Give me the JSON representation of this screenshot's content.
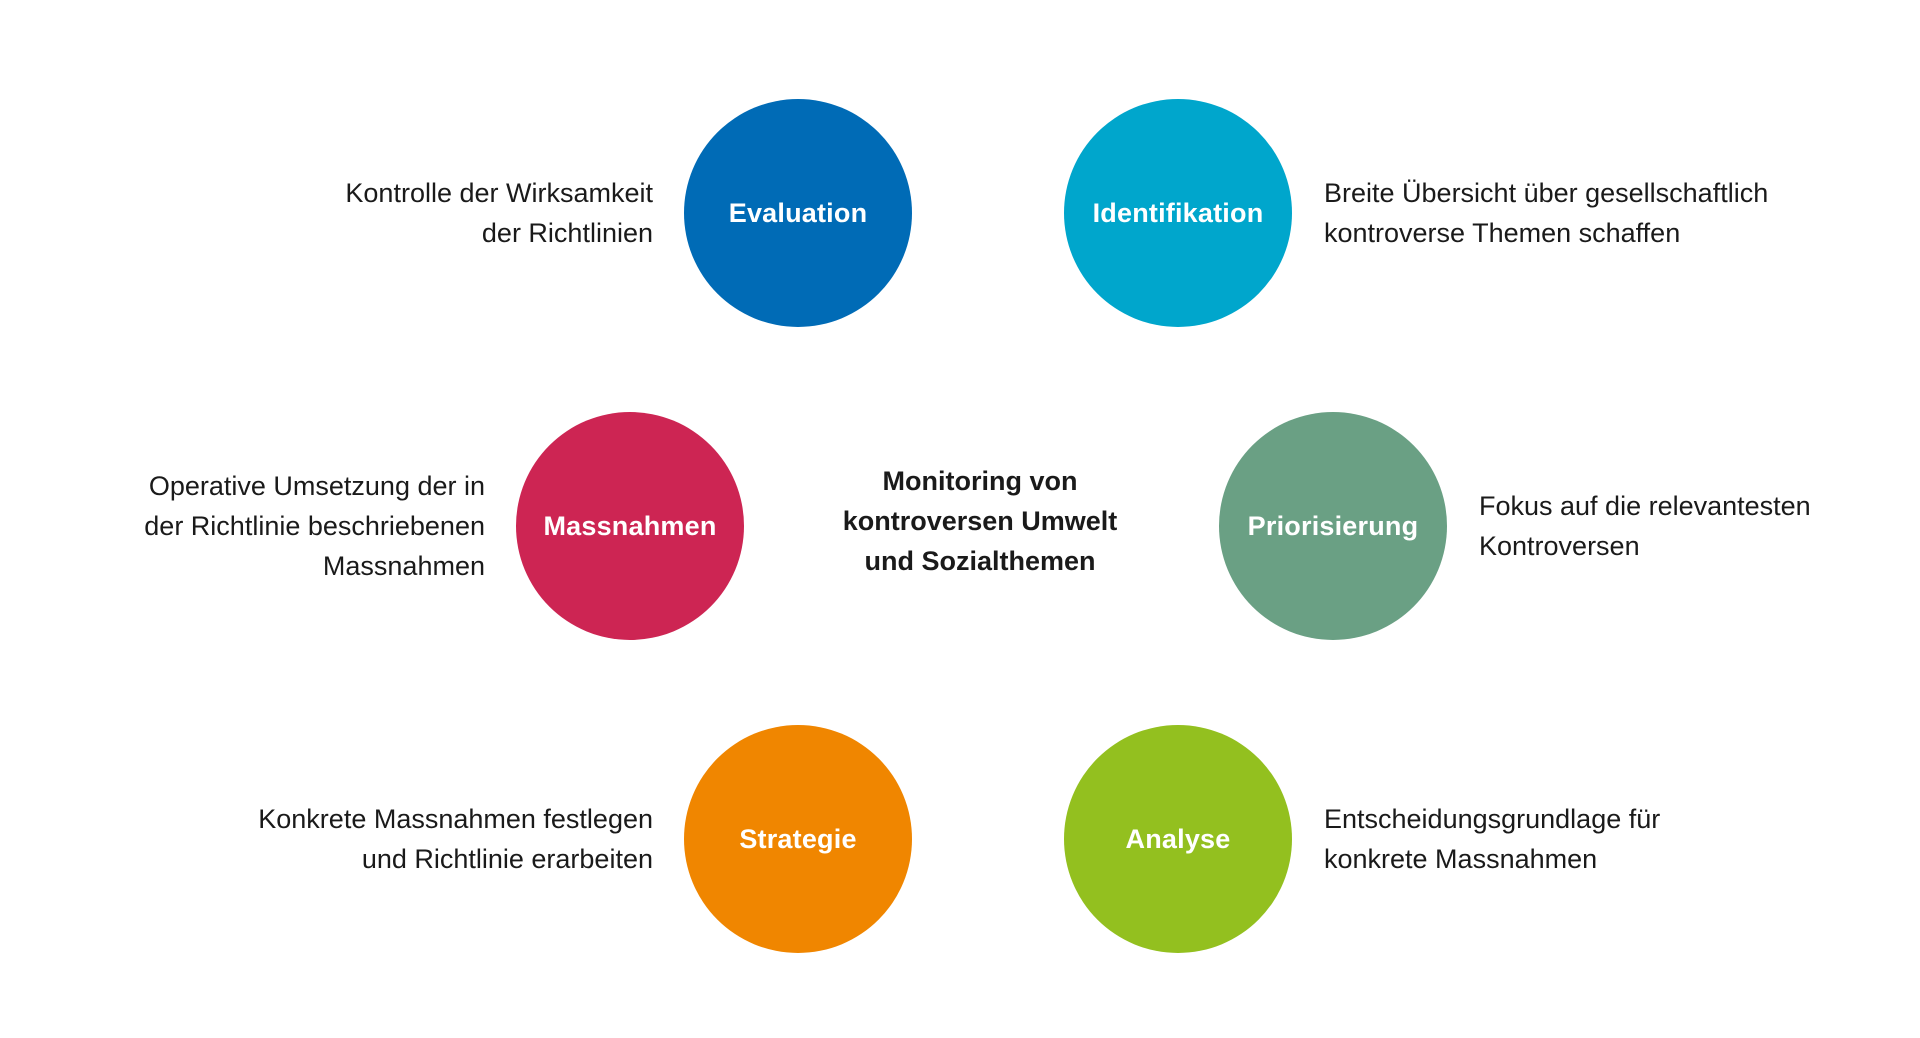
{
  "center": {
    "lines": [
      "Monitoring von",
      "kontroversen Umwelt",
      "und Sozialthemen"
    ]
  },
  "steps": {
    "evaluation": {
      "label": "Evaluation",
      "color": "#006bb6",
      "description": [
        "Kontrolle der Wirksamkeit",
        "der Richtlinien"
      ]
    },
    "identifikation": {
      "label": "Identifikation",
      "color": "#00a6cc",
      "description": [
        "Breite Übersicht über gesellschaftlich",
        "kontroverse Themen schaffen"
      ]
    },
    "massnahmen": {
      "label": "Massnahmen",
      "color": "#cd2553",
      "description": [
        "Operative Umsetzung der in",
        "der Richtlinie beschriebenen",
        "Massnahmen"
      ]
    },
    "priorisierung": {
      "label": "Priorisierung",
      "color": "#6aa084",
      "description": [
        "Fokus auf die relevantesten",
        "Kontroversen"
      ]
    },
    "strategie": {
      "label": "Strategie",
      "color": "#f08600",
      "description": [
        "Konkrete Massnahmen festlegen",
        "und Richtlinie erarbeiten"
      ]
    },
    "analyse": {
      "label": "Analyse",
      "color": "#93c01f",
      "description": [
        "Entscheidungsgrundlage für",
        "konkrete Massnahmen"
      ]
    }
  }
}
